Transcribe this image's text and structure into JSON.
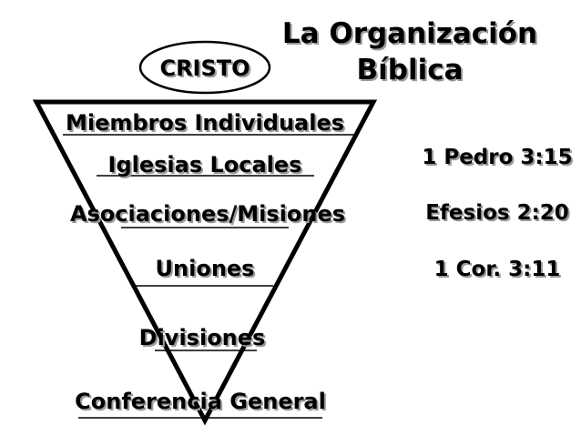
{
  "title": {
    "line1": "La Organización",
    "line2": "Bíblica"
  },
  "top_label": "CRISTO",
  "levels": [
    "Miembros Individuales",
    "Iglesias Locales",
    "Asociaciones/Misiones",
    "Uniones",
    "Divisiones",
    "Conferencia General"
  ],
  "references": [
    "1 Pedro 3:15",
    "Efesios 2:20",
    "1 Cor. 3:11"
  ]
}
